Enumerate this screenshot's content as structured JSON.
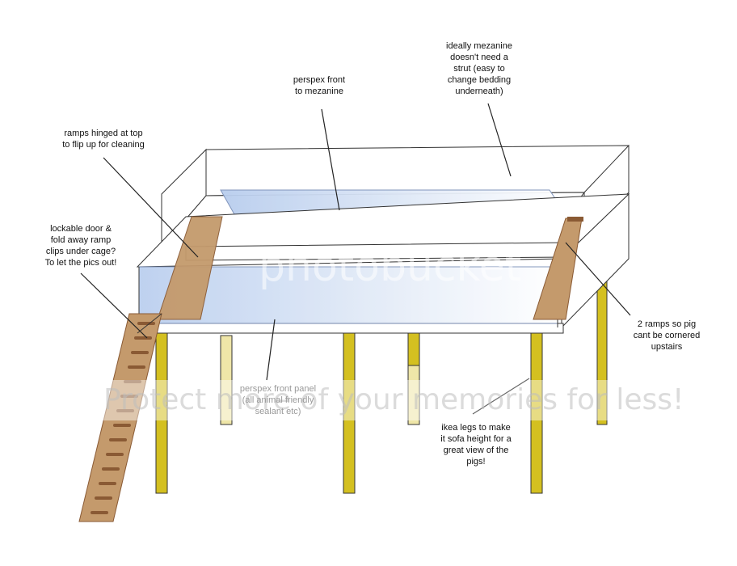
{
  "annotations": {
    "mezzanine_strut": "ideally mezanine\ndoesn't need a\nstrut (easy to\nchange bedding\nunderneath)",
    "perspex_mezzanine": "perspex front\nto mezanine",
    "ramps_hinged": "ramps hinged at top\nto flip up for cleaning",
    "lockable_door": "lockable door  &\nfold away ramp\nclips under cage?\nTo let the pics out!",
    "two_ramps": "2 ramps so pig\ncant be cornered\nupstairs",
    "perspex_front_panel": "perspex front panel\n(all animal friendly\nsealant etc)",
    "ikea_legs": "ikea legs to make\nit sofa height for a\ngreat view of the\npigs!"
  },
  "watermark": {
    "top": "photobucket",
    "bottom": "Protect more of your memories for less!"
  },
  "colors": {
    "outline": "#333333",
    "perspex": "#c8d8f0",
    "ramp": "#c49a6c",
    "ramp_rung": "#8a5a34",
    "leg": "#d4c020",
    "leg_faded": "#efe6a8"
  }
}
